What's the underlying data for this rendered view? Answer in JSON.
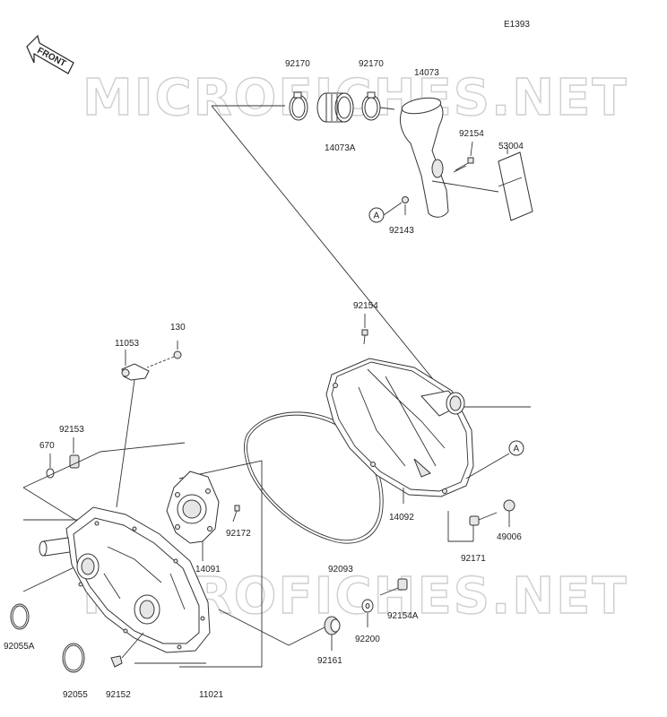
{
  "diagram_code": "E1393",
  "front_label": "FRONT",
  "watermark": "MICROFICHES.NET",
  "ref_marker": "A",
  "labels": {
    "p92170a": "92170",
    "p92170b": "92170",
    "p14073": "14073",
    "p14073A": "14073A",
    "p92154a": "92154",
    "p53004": "53004",
    "p92143": "92143",
    "p92154b": "92154",
    "p130": "130",
    "p11053": "11053",
    "p92153": "92153",
    "p670": "670",
    "p14092": "14092",
    "p92172": "92172",
    "p14091": "14091",
    "p49006": "49006",
    "p92171": "92171",
    "p92093": "92093",
    "p92154A": "92154A",
    "p92200": "92200",
    "p92161": "92161",
    "p92055A": "92055A",
    "p92055": "92055",
    "p92152": "92152",
    "p11021": "11021"
  }
}
